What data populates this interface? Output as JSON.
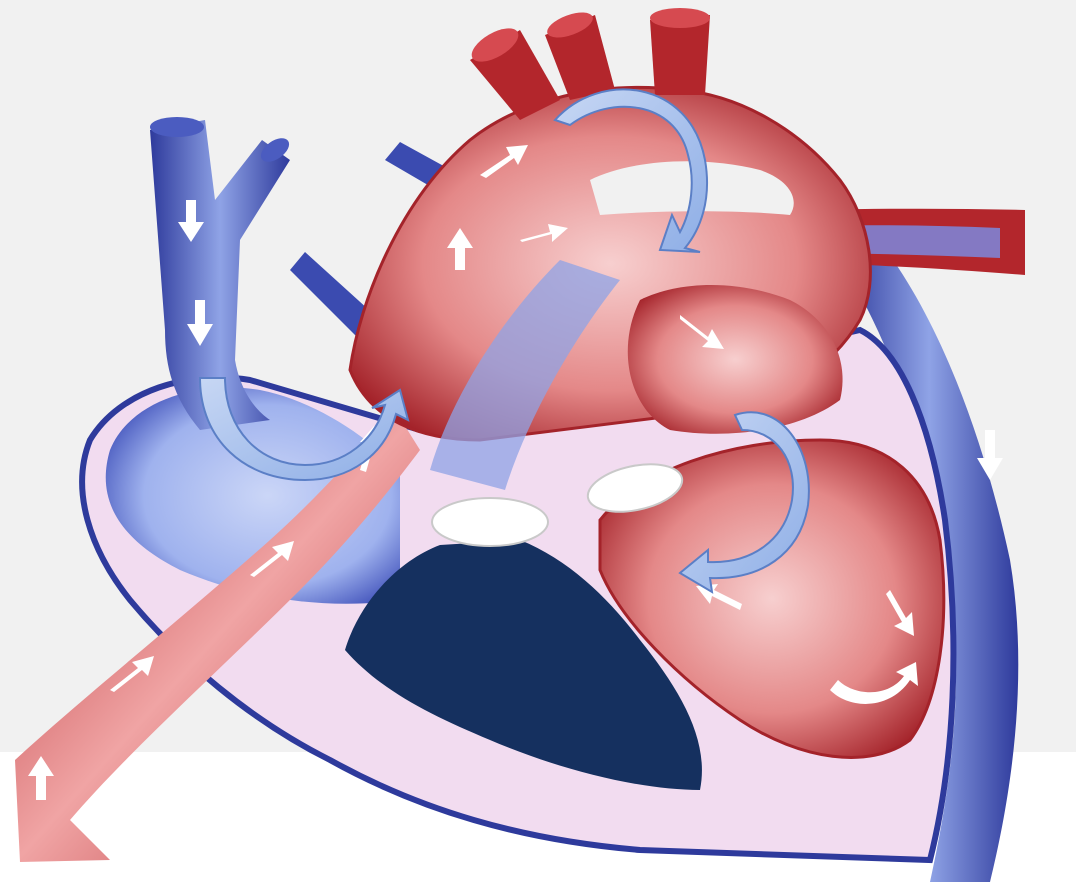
{
  "diagram": {
    "subject": "heart-blood-flow",
    "labels": [],
    "colors": {
      "background_band": "#f1f1f1",
      "background": "#ffffff",
      "oxygenated_dark": "#b3262c",
      "oxygenated_mid": "#df6c6e",
      "oxygenated_light": "#f6c3c3",
      "deoxygenated_dark": "#2e3a9c",
      "deoxygenated_mid": "#6a7fd6",
      "deoxygenated_light": "#b9c6f2",
      "chamber_fill": "#f2dcf0",
      "septum_block": "#15305f",
      "valve": "#ffffff",
      "flow_arrow_fill": "#a9c2ec",
      "flow_arrow_stroke": "#5b7fc6"
    },
    "flow_arrows": [
      {
        "name": "arch-flow-arrow"
      },
      {
        "name": "right-atrium-flow-arrow"
      },
      {
        "name": "left-ventricle-flow-arrow"
      }
    ]
  }
}
